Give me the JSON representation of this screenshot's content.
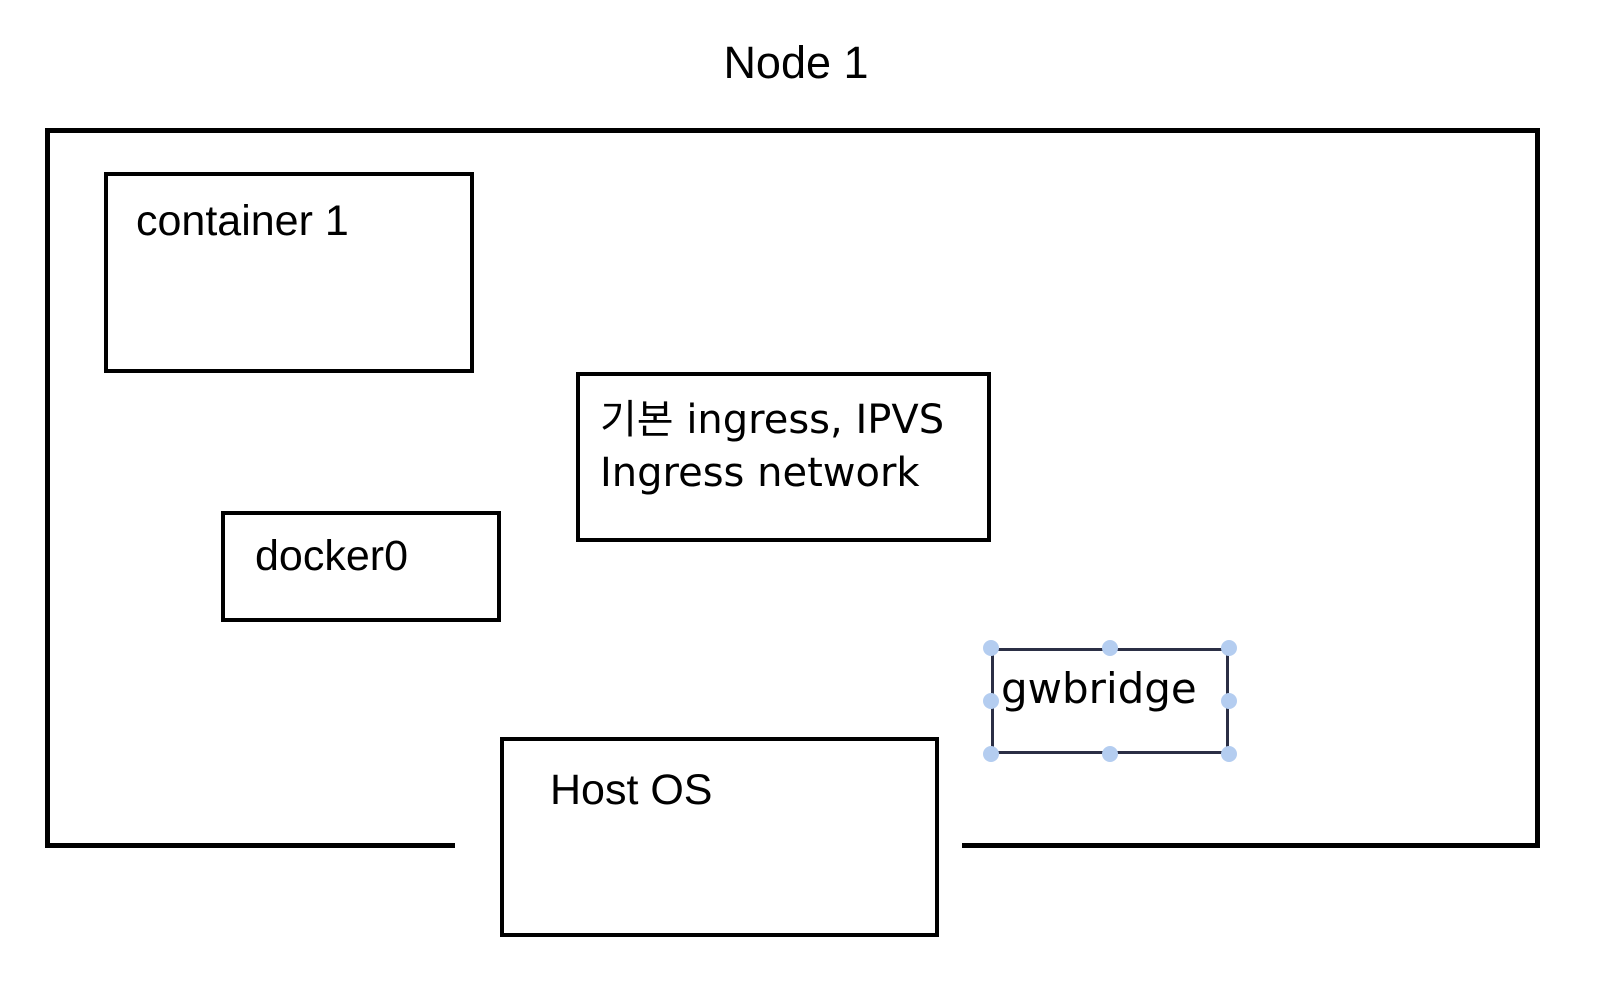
{
  "diagram": {
    "title": "Node 1",
    "background_color": "#ffffff",
    "stroke_color": "#000000",
    "selection_handle_color": "#b4cdf0",
    "selection_stroke_color": "#2b2f45",
    "node_frame": {
      "label": "Node 1",
      "bottom_edge_split": true
    },
    "shapes": [
      {
        "name": "container-1",
        "label": "container 1",
        "selected": false
      },
      {
        "name": "ingress-network",
        "label": "기본 ingress, IPVS\nIngress network",
        "line_1": "기본 ingress, IPVS",
        "line_2": "Ingress network",
        "selected": false
      },
      {
        "name": "docker0",
        "label": "docker0",
        "selected": false
      },
      {
        "name": "gwbridge",
        "label": "gwbridge",
        "selected": true,
        "handle_count": 8,
        "handles": [
          "nw",
          "n",
          "ne",
          "w",
          "e",
          "sw",
          "s",
          "se"
        ]
      },
      {
        "name": "host-os",
        "label": "Host OS",
        "selected": false
      }
    ]
  }
}
